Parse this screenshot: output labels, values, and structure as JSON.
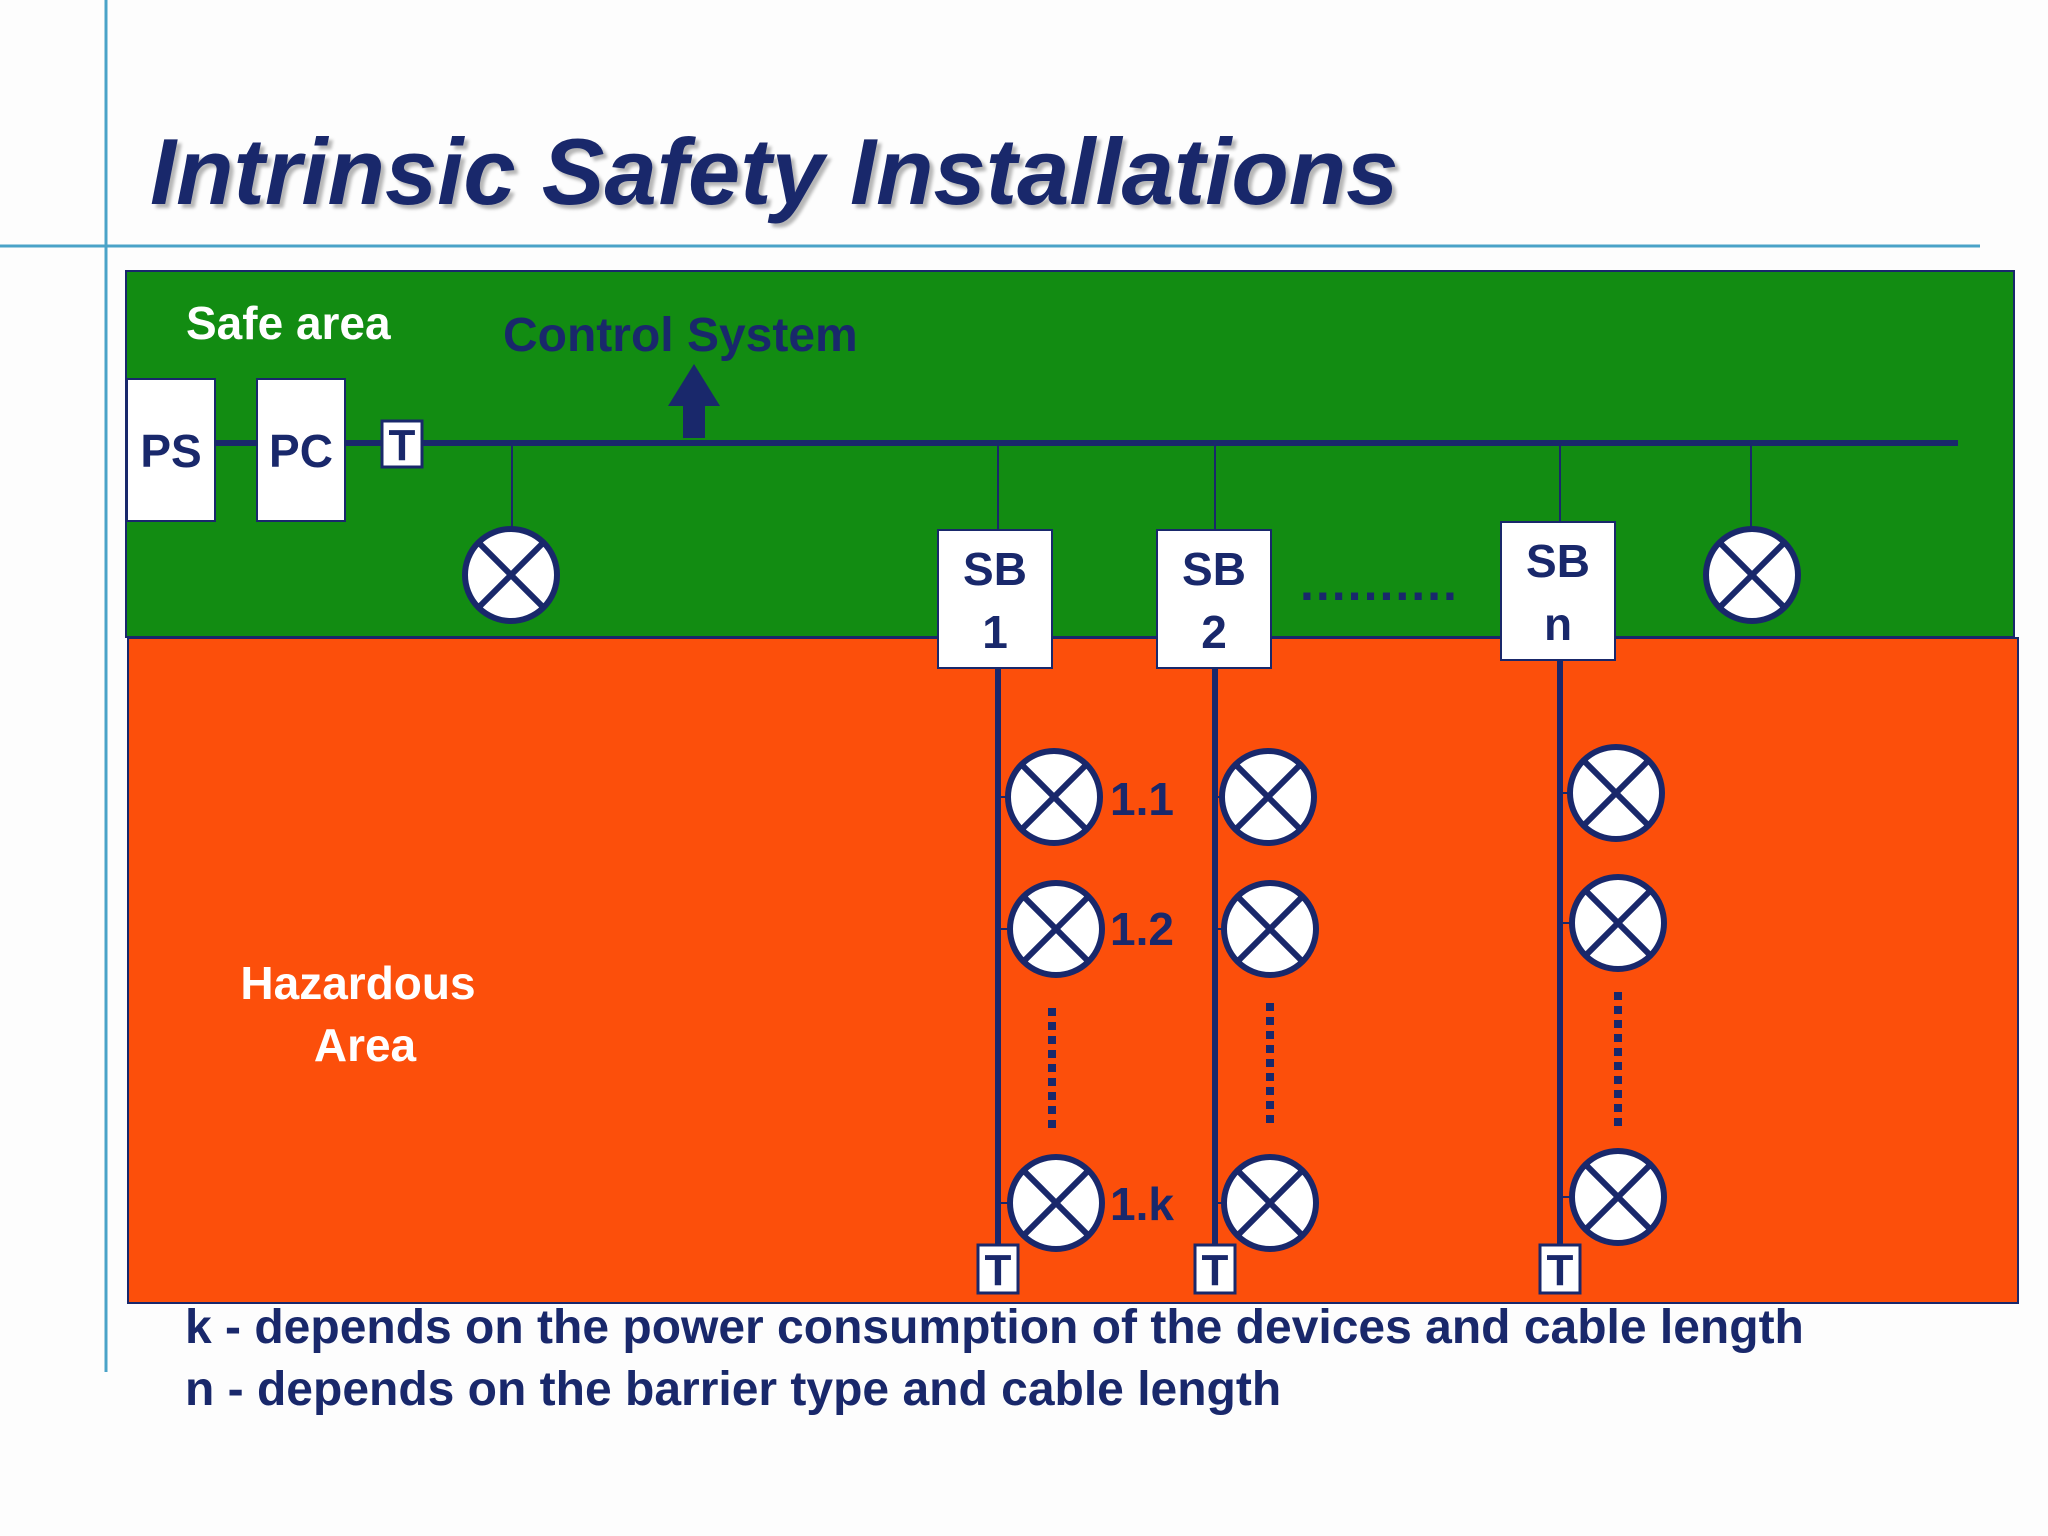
{
  "title": "Intrinsic Safety Installations",
  "safe_area": {
    "label": "Safe area",
    "color": "#128c12"
  },
  "hazardous_area": {
    "label_line1": "Hazardous",
    "label_line2": "Area",
    "color": "#fc4f0b"
  },
  "control_system": {
    "label": "Control System"
  },
  "devices": {
    "ps": "PS",
    "pc": "PC",
    "terminator": "T"
  },
  "barriers": [
    {
      "line1": "SB",
      "line2": "1"
    },
    {
      "line1": "SB",
      "line2": "2"
    },
    {
      "line1": "SB",
      "line2": "n"
    }
  ],
  "barrier_ellipsis": "..........",
  "device_labels": [
    "1.1",
    "1.2",
    "1.k"
  ],
  "notes": {
    "k": "k - depends on the power consumption of the devices and cable length",
    "n": "n - depends on the barrier type and cable length"
  },
  "colors": {
    "navy": "#19286b",
    "guide_line": "#4aa3c8"
  }
}
